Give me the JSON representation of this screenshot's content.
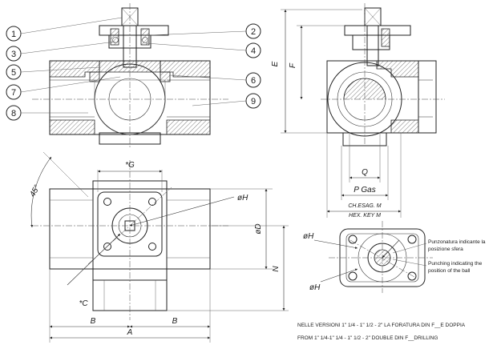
{
  "callouts": [
    "1",
    "2",
    "3",
    "4",
    "5",
    "6",
    "7",
    "8",
    "9"
  ],
  "dimensions": {
    "G": "*G",
    "angle": "45°",
    "H_top": "øH",
    "D": "øD",
    "N": "N",
    "C": "*C",
    "B_left": "B",
    "B_right": "B",
    "A": "A",
    "E": "E",
    "F": "F",
    "Q": "Q",
    "P": "P Gas",
    "M_it": "CH.ESAG. M",
    "M_en": "HEX. KEY M",
    "H_detail_top": "øH",
    "H_detail_bottom": "øH"
  },
  "notes": {
    "it_1": "Punzonatura indicante la",
    "it_2": "posizione sfera",
    "en_1": "Punching indicating the",
    "en_2": "position of the ball",
    "versions_it": "NELLE VERSIONI 1\" 1/4 - 1\" 1/2 - 2\" LA FORATURA DIN F__E DOPPIA",
    "versions_en": "FROM 1\" 1/4-1\" 1/4 - 1\" 1/2 - 2\" DOUBLE DIN F__DRILLING"
  }
}
